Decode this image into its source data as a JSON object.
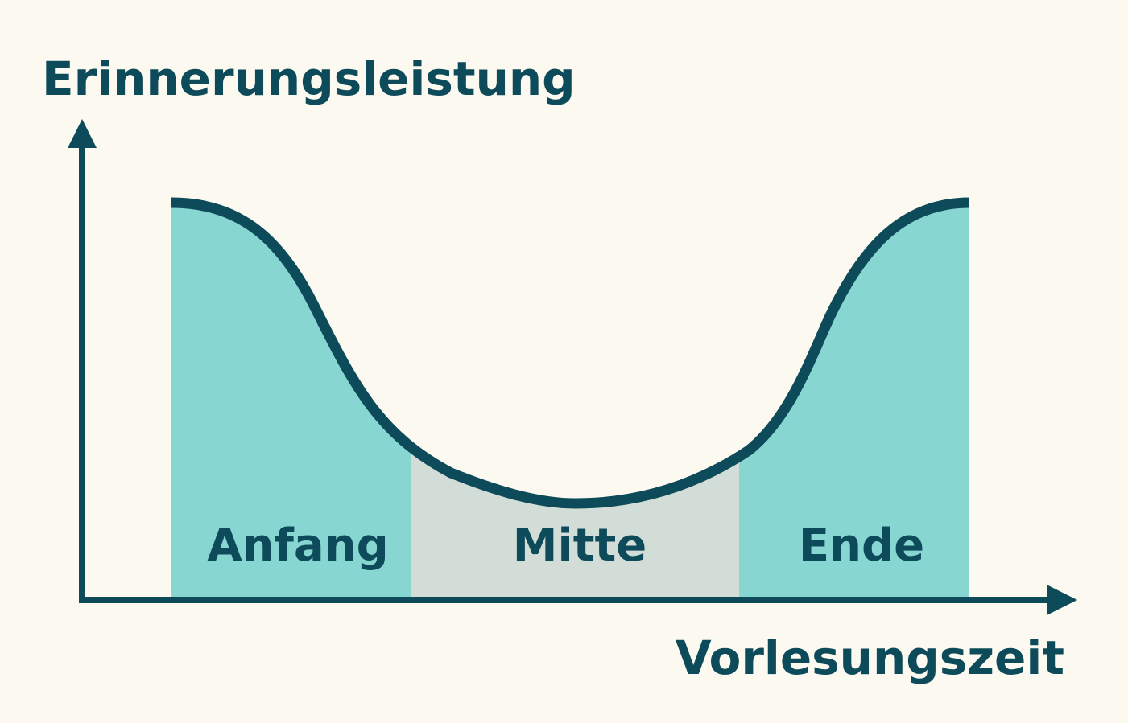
{
  "colors": {
    "background": "#fcfaf0",
    "ink": "#0d4a5a",
    "edge_fill": "#88d6d2",
    "middle_fill": "#d3ddd8"
  },
  "axes": {
    "y_label": "Erinnerungsleistung",
    "x_label": "Vorlesungszeit"
  },
  "regions": [
    {
      "id": "anfang",
      "label": "Anfang"
    },
    {
      "id": "mitte",
      "label": "Mitte"
    },
    {
      "id": "ende",
      "label": "Ende"
    }
  ]
}
